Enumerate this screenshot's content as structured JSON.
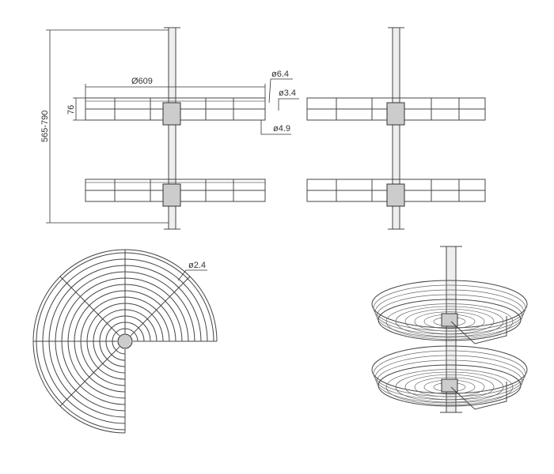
{
  "drawing": {
    "dimensions": {
      "diameter": "Ø609",
      "height_basket": "76",
      "height_total": "565-790",
      "rod_top": "ø6.4",
      "rod_mid": "ø3.4",
      "rod_bottom": "ø4.9",
      "wire": "ø2.4"
    },
    "colors": {
      "line": "#444444",
      "background": "#ffffff"
    }
  }
}
